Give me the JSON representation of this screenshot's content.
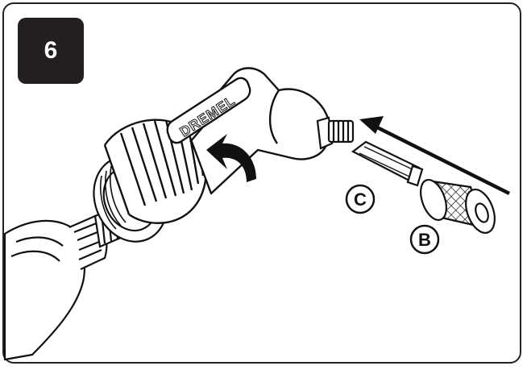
{
  "step": {
    "number": "6"
  },
  "brand": {
    "text": "DREMEL"
  },
  "callouts": {
    "c": "C",
    "b": "B"
  },
  "icons": {
    "rotation": "curved-arrow-icon",
    "insert": "straight-arrow-icon"
  },
  "colors": {
    "ink": "#111111",
    "badge": "#231f20",
    "paper": "#ffffff"
  }
}
